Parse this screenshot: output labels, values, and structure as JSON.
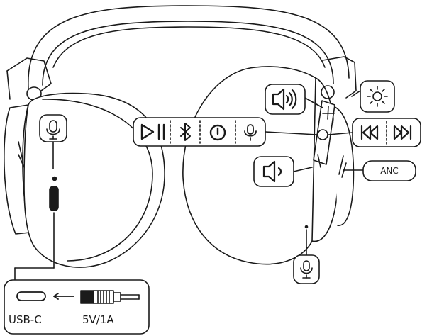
{
  "labels": {
    "anc": "ANC",
    "usb_port": "USB-C",
    "power_rating": "5V/1A"
  },
  "controls": {
    "volume_up_icon": "volume-up-icon",
    "volume_down_icon": "volume-down-icon",
    "play_pause_icon": "play-pause-icon",
    "bluetooth_icon": "bluetooth-icon",
    "power_icon": "power-icon",
    "microphone_icon": "microphone-icon",
    "previous_track_icon": "previous-track-icon",
    "next_track_icon": "next-track-icon",
    "led_light_icon": "led-light-icon"
  },
  "colors": {
    "line": "#1a1a1a",
    "fill": "#ffffff"
  }
}
